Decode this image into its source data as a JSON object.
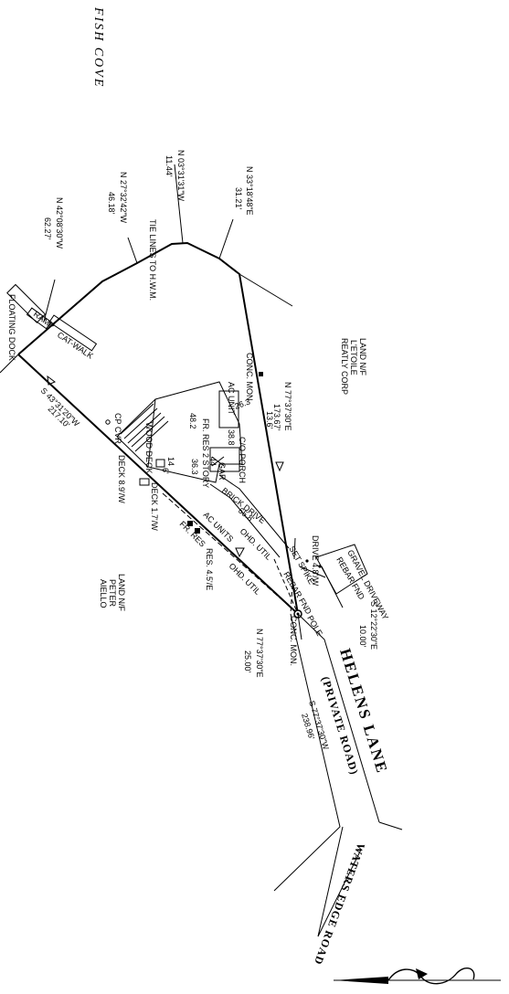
{
  "water": {
    "name": "FISH COVE"
  },
  "tie_lines": {
    "label": "TIE LINES TO H.W.M."
  },
  "bearings": {
    "n1": {
      "bearing": "N 03°31'31\"W",
      "distance": "11.44'"
    },
    "n2": {
      "bearing": "N 33°18'48\"E",
      "distance": "31.21'"
    },
    "n3": {
      "bearing": "N 27°32'42\"W",
      "distance": "46.18'"
    },
    "n4": {
      "bearing": "N 42°08'30\"W",
      "distance": "62.27'"
    },
    "s_west": {
      "bearing": "S 43°31'20\"W",
      "distance": "217.10'"
    },
    "n_east": {
      "bearing": "N 77°37'30\"E",
      "distance": "173.67'"
    },
    "s_east": {
      "bearing": "S 12°22'30\"E",
      "distance": "10.00'"
    },
    "n_bottom": {
      "bearing": "N 77°37'30\"E",
      "distance": "25.00'"
    },
    "road_line": {
      "bearing": "S 77°37'30\"W",
      "distance": "238.96'"
    }
  },
  "owners": {
    "north": {
      "line1": "LAND N/F",
      "line2": "L'ETOILE",
      "line3": "REATLY CORP"
    },
    "south": {
      "line1": "LAND N/F",
      "line2": "PETER",
      "line3": "AIELLO"
    }
  },
  "features": {
    "floating_dock": "FLOATING DOCK",
    "ramp": "RAMP",
    "catwalk": "CAT-WALK",
    "conc_mon_top": "CONC. MON.",
    "ac_unit": "AC UNIT",
    "dim_26_3": "26.3",
    "dim_13_6": "13.6'",
    "residence": "FR. RES 2 STORY",
    "dim_48_2": "48.2",
    "dim_38_8": "38.8",
    "dim_44": "44",
    "porch": "C/O PORCH",
    "garage": "GAR",
    "wood_deck": "WOOD DECK",
    "cp_cvr": "CP CVR",
    "deck_1": "DECK 8.9'/W",
    "dim_14": "14",
    "dim_6": "6'",
    "dim_36_3": "36.3",
    "deck_2": "DECK 1.7'/W",
    "brick_drive": "BRICK DRIVE",
    "dim_65_8": "65.8'",
    "ac_units": "AC UNITS",
    "fr_res": "FR. RES",
    "res_dim": "RES. 4.5'/E",
    "ohd_util_1": "OHD. UTIL",
    "ohd_util_2": "OHD. UTIL",
    "drive": "DRIVE 4.8'/W",
    "spike": "SET SPIKE",
    "rebar_1": "REBAR FND",
    "rebar_2": "REBAR FND",
    "gravel_driveway": "GRAVEL DRIVEWAY",
    "conc_mon_bottom": "CONC. MON.",
    "pole": "POLE"
  },
  "road": {
    "name": "HELENS LANE",
    "type": "(PRIVATE ROAD)"
  },
  "road2": {
    "name": "WATERS EDGE ROAD"
  },
  "north_arrow": {
    "icon": "north-arrow-icon"
  }
}
